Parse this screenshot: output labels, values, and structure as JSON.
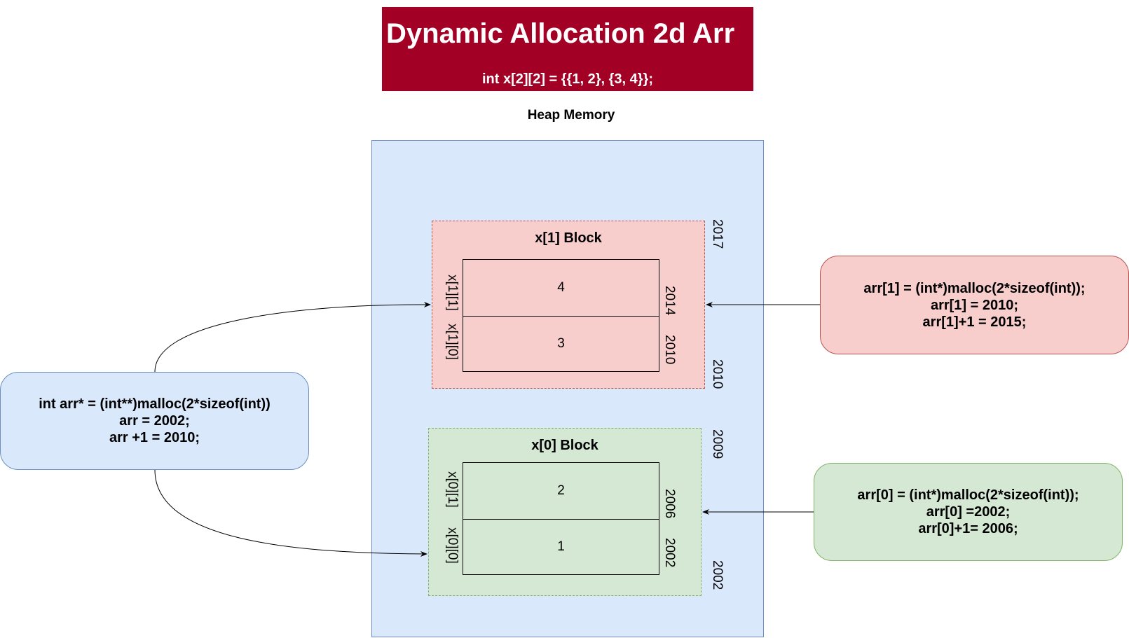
{
  "title": {
    "main": "Dynamic Allocation 2d Arr",
    "subtitle": "int x[2][2] = {{1, 2}, {3, 4}};"
  },
  "heap": {
    "label": "Heap Memory"
  },
  "blocks": {
    "x1": {
      "title": "x[1] Block",
      "cells": {
        "top": "4",
        "bottom": "3"
      },
      "index_labels": {
        "top": "x[1][1]",
        "bottom": "x[1][0]"
      },
      "cell_addresses": {
        "top": "2014",
        "bottom": "2010"
      },
      "block_addresses": {
        "start": "2010",
        "end": "2017"
      }
    },
    "x0": {
      "title": "x[0] Block",
      "cells": {
        "top": "2",
        "bottom": "1"
      },
      "index_labels": {
        "top": "x[0][1]",
        "bottom": "x[0][0]"
      },
      "cell_addresses": {
        "top": "2006",
        "bottom": "2002"
      },
      "block_addresses": {
        "start": "2002",
        "end": "2009"
      }
    }
  },
  "cards": {
    "pointer": {
      "lines": [
        "int arr* = (int**)malloc(2*sizeof(int))",
        "arr = 2002;",
        "arr +1 = 2010;"
      ]
    },
    "row1": {
      "lines": [
        "arr[1] = (int*)malloc(2*sizeof(int));",
        "arr[1] = 2010;",
        "arr[1]+1 = 2015;"
      ]
    },
    "row0": {
      "lines": [
        "arr[0] = (int*)malloc(2*sizeof(int));",
        "arr[0] =2002;",
        "arr[0]+1= 2006;"
      ]
    }
  },
  "colors": {
    "title_bg": "#a20025",
    "heap_bg": "#dae8fc",
    "red_fill": "#f8cecc",
    "green_fill": "#d5e8d4"
  }
}
